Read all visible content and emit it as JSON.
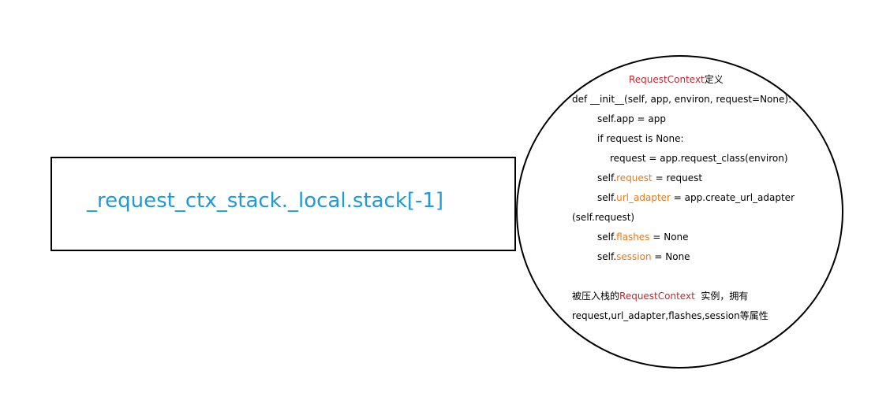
{
  "colors": {
    "blue_text": "#1e9ad6",
    "red_text": "#c0282e",
    "orange_text": "#e07b1e",
    "line": "#000000",
    "body_text": "#000000"
  },
  "stack_box": {
    "label": "_request_ctx_stack._local.stack[-1]"
  },
  "context_circle": {
    "title_class": "RequestContext",
    "title_suffix": "定义",
    "lines": [
      {
        "prefix": "def __init__(self, app, environ, request=None):",
        "highlight": "",
        "suffix": ""
      },
      {
        "prefix": "self.app = app",
        "highlight": "",
        "suffix": ""
      },
      {
        "prefix": "if request is None:",
        "highlight": "",
        "suffix": ""
      },
      {
        "prefix": "request = app.request_class(environ)",
        "highlight": "",
        "suffix": ""
      },
      {
        "prefix": "self.",
        "highlight": "request",
        "suffix": " = request"
      },
      {
        "prefix": "self.",
        "highlight": "url_adapter",
        "suffix": " = app.create_url_adapter"
      },
      {
        "prefix": "(self.request)",
        "highlight": "",
        "suffix": ""
      },
      {
        "prefix": "self.",
        "highlight": "flashes",
        "suffix": " = None"
      },
      {
        "prefix": "self.",
        "highlight": "session",
        "suffix": " = None"
      }
    ],
    "note": {
      "prefix": "被压入栈的",
      "class_name": "RequestContext",
      "suffix": "  实例，拥有",
      "line2": "request,url_adapter,flashes,session等属性"
    }
  }
}
